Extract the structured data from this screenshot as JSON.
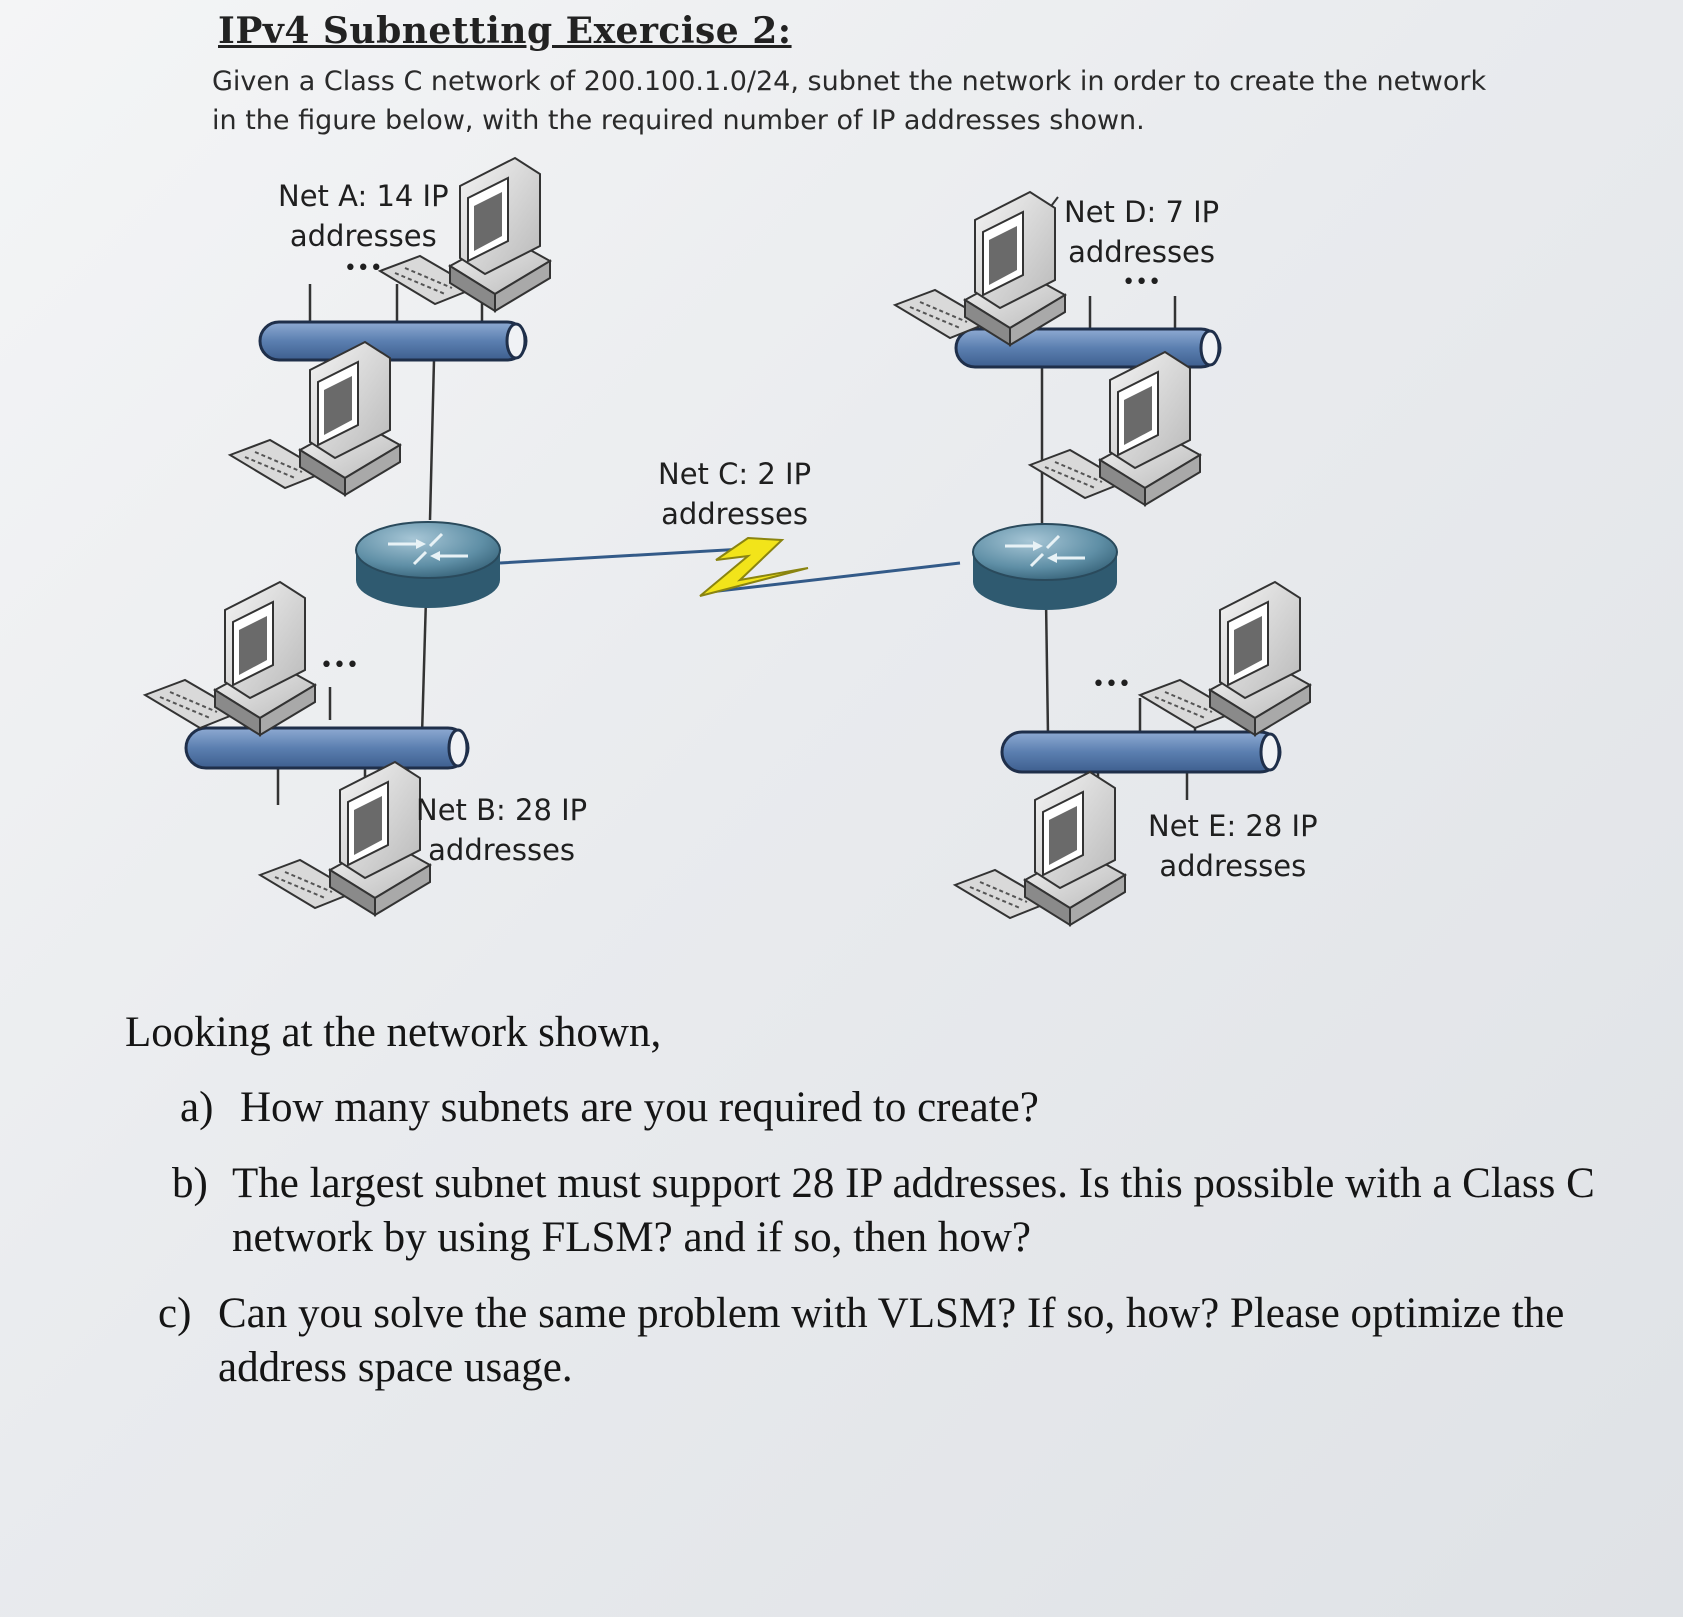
{
  "title": "IPv4 Subnetting Exercise 2:",
  "intro": "Given a Class C network of 200.100.1.0/24, subnet the network in order to create the network in the figure below, with the required number of IP addresses shown.",
  "diagram": {
    "networks": [
      {
        "id": "A",
        "line1": "Net A: 14 IP",
        "line2": "addresses"
      },
      {
        "id": "B",
        "line1": "Net B: 28 IP",
        "line2": "addresses"
      },
      {
        "id": "C",
        "line1": "Net C: 2 IP",
        "line2": "addresses"
      },
      {
        "id": "D",
        "line1": "Net D: 7 IP",
        "line2": "addresses"
      },
      {
        "id": "E",
        "line1": "Net E: 28 IP",
        "line2": "addresses"
      }
    ],
    "ellipsis": "•••",
    "colors": {
      "bus": "#5b7fb0",
      "router": "#4f7f96",
      "wan_link": "#f2e41a"
    }
  },
  "questions": {
    "lead": "Looking at the network shown,",
    "items": [
      {
        "letter": "a)",
        "text": "How many subnets are you required to create?"
      },
      {
        "letter": "b)",
        "text": "The largest subnet must support 28 IP addresses. Is this possible with a Class C network by using FLSM? and if so, then how?"
      },
      {
        "letter": "c)",
        "text": "Can you solve the same problem with VLSM? If so, how? Please optimize the address space usage."
      }
    ]
  }
}
